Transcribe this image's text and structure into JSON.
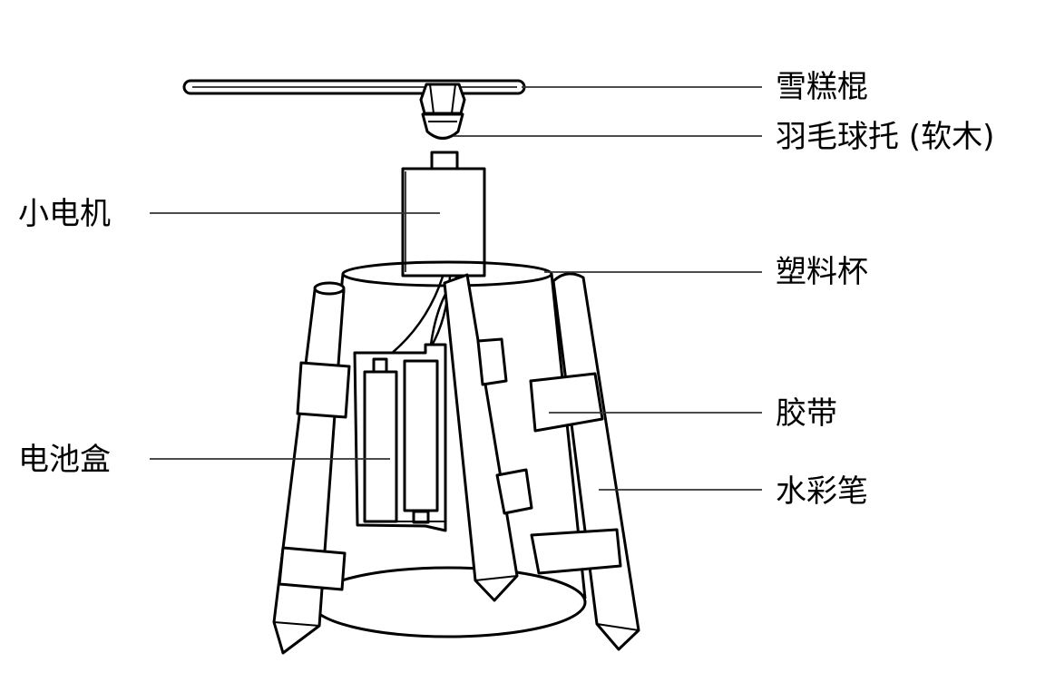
{
  "labels": {
    "popsicle_stick": "雪糕棍",
    "cork": "羽毛球托 (软木)",
    "motor": "小电机",
    "cup": "塑料杯",
    "tape": "胶带",
    "battery_box": "电池盒",
    "marker": "水彩笔"
  },
  "colors": {
    "stroke": "#000000",
    "background": "#ffffff",
    "leader": "#333333"
  }
}
